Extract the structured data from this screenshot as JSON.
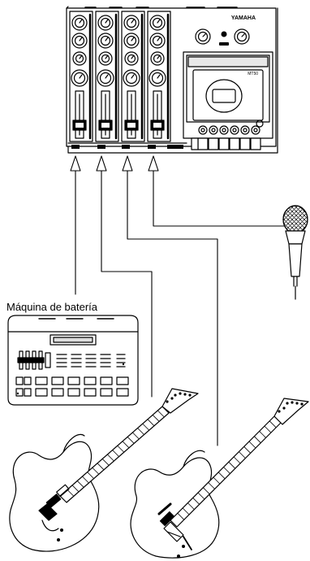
{
  "drum_machine_label": "Máquina de batería",
  "mixer": {
    "brand": "YAMAHA",
    "model": "MT50"
  },
  "channel_count": 4
}
